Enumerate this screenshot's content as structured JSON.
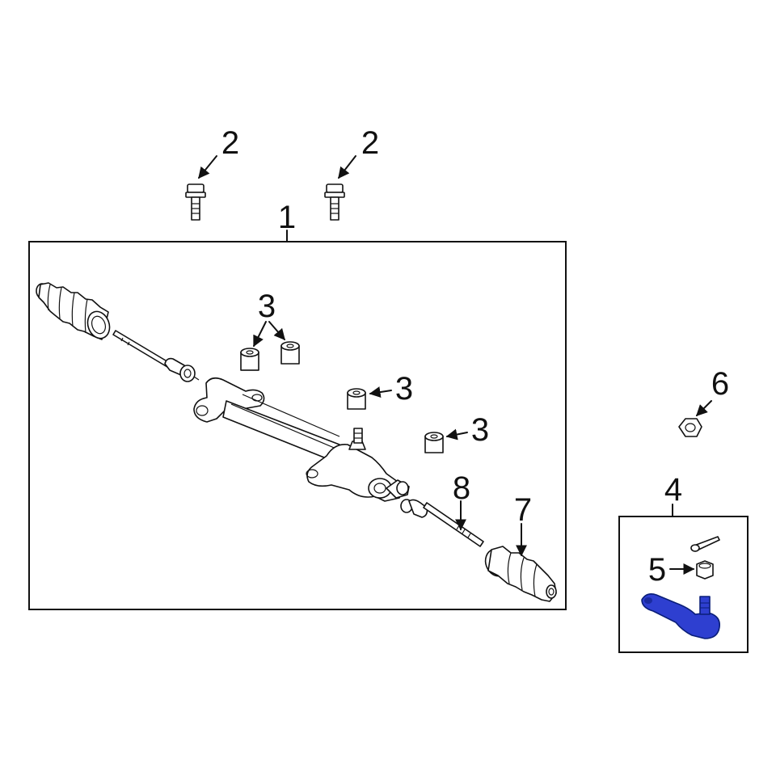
{
  "callouts": {
    "bolt_left": "2",
    "bolt_right": "2",
    "rack_assembly": "1",
    "bushings_top": "3",
    "bushing_middle": "3",
    "bushing_lower": "3",
    "nut": "6",
    "tie_rod_end_kit": "4",
    "kit_nut": "5",
    "inner_tie_rod": "8",
    "boot": "7"
  },
  "colors": {
    "line": "#111111",
    "highlight": "#2e3fd0",
    "background": "#ffffff"
  }
}
